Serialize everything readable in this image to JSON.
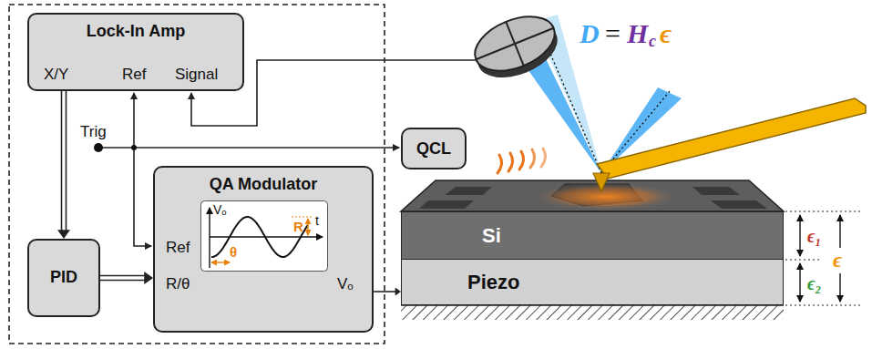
{
  "diagram": {
    "nodes": [
      {
        "text": [
          "Lock-In Amp",
          "X/Y",
          "Ref",
          "Signal"
        ]
      },
      {
        "text": [
          "QCL"
        ]
      },
      {
        "text": [
          "PID"
        ]
      },
      {
        "text": [
          "QA Modulator",
          "Vₒ",
          "t",
          "R",
          "θ",
          "Ref",
          "R/θ",
          "Vₒ"
        ]
      },
      {
        "text": [
          "Si"
        ]
      },
      {
        "text": [
          "Piezo"
        ]
      }
    ],
    "edges": [
      {
        "from": 0,
        "to": 2,
        "arrow": "to"
      },
      {
        "from": 2,
        "to": 3,
        "arrow": "to"
      },
      {
        "from": 3,
        "to": 5,
        "arrow": "to"
      }
    ],
    "labels": [
      "Trig",
      "D",
      "=",
      "H",
      "c",
      "ϵ",
      "ϵ₁",
      "ϵ₂",
      "ϵ"
    ]
  }
}
